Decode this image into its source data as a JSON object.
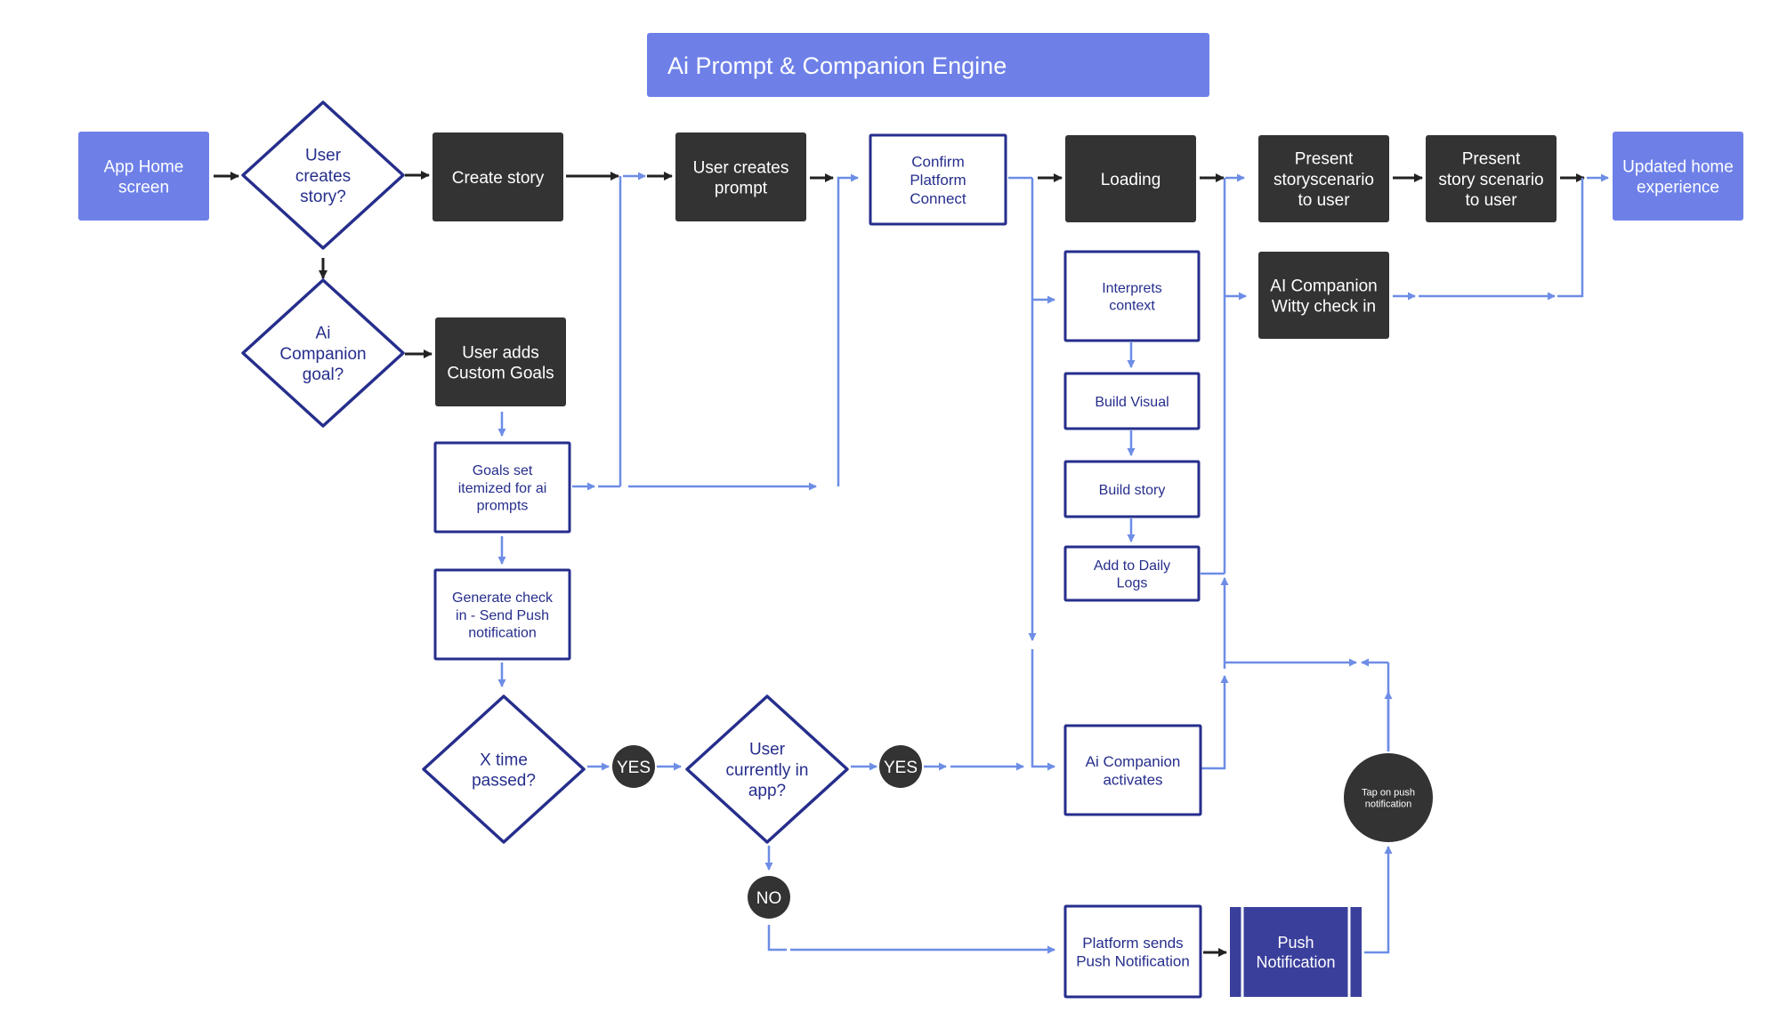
{
  "title": "Ai Prompt & Companion Engine",
  "colors": {
    "header_bg": "#6e80e8",
    "terminal_bg": "#6e80e8",
    "dark_box": "#333333",
    "outline": "#262e8c",
    "outline_text": "#262e8c",
    "connector": "#6d8de6",
    "dark_arrow": "#222222",
    "push_bg": "#3a3f9c",
    "white": "#ffffff"
  },
  "nodes": {
    "app_home": [
      "App Home",
      "screen"
    ],
    "user_creates_story": [
      "User",
      "creates",
      "story?"
    ],
    "create_story": [
      "Create story"
    ],
    "user_creates_prompt": [
      "User creates",
      "prompt"
    ],
    "confirm_platform": [
      "Confirm",
      "Platform",
      "Connect"
    ],
    "loading": [
      "Loading"
    ],
    "present_storyscenario": [
      "Present",
      "storyscenario",
      "to user"
    ],
    "present_story_scenario": [
      "Present",
      "story scenario",
      "to user"
    ],
    "updated_home": [
      "Updated home",
      "experience"
    ],
    "ai_companion_goal": [
      "Ai",
      "Companion",
      "goal?"
    ],
    "user_adds_goals": [
      "User adds",
      "Custom Goals"
    ],
    "goals_set": [
      "Goals set",
      "itemized for ai",
      "prompts"
    ],
    "generate_checkin": [
      "Generate check",
      "in - Send Push",
      "notification"
    ],
    "interprets_context": [
      "Interprets",
      "context"
    ],
    "build_visual": [
      "Build Visual"
    ],
    "build_story": [
      "Build story"
    ],
    "add_daily_logs": [
      "Add to Daily",
      "Logs"
    ],
    "ai_witty": [
      "AI Companion",
      "Witty check in"
    ],
    "x_time_passed": [
      "X time",
      "passed?"
    ],
    "yes_1": [
      "YES"
    ],
    "user_in_app": [
      "User",
      "currently in",
      "app?"
    ],
    "yes_2": [
      "YES"
    ],
    "no": [
      "NO"
    ],
    "ai_activates": [
      "Ai Companion",
      "activates"
    ],
    "tap_push": [
      "Tap on push",
      "notification"
    ],
    "platform_sends": [
      "Platform sends",
      "Push Notification"
    ],
    "push_notification": [
      "Push",
      "Notification"
    ]
  }
}
